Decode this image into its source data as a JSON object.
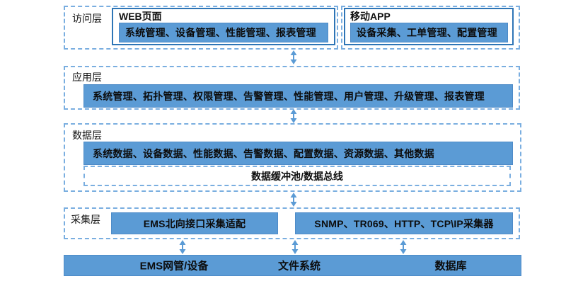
{
  "colors": {
    "primary_fill": "#5B9BD5",
    "solid_border": "#2E75B6",
    "dashed_border": "#7AAEE0",
    "arrow": "#5B9BD5"
  },
  "access_layer": {
    "label": "访问层",
    "web": {
      "title": "WEB页面",
      "modules": "系统管理、设备管理、性能管理、报表管理"
    },
    "mobile": {
      "title": "移动APP",
      "modules": "设备采集、工单管理、配置管理"
    }
  },
  "application_layer": {
    "label": "应用层",
    "modules": "系统管理、拓扑管理、权限管理、告警管理、性能管理、用户管理、升级管理、报表管理"
  },
  "data_layer": {
    "label": "数据层",
    "modules": "系统数据、设备数据、性能数据、告警数据、配置数据、资源数据、其他数据",
    "bus": "数据缓冲池/数据总线"
  },
  "collection_layer": {
    "label": "采集层",
    "northbound_adapter": "EMS北向接口采集适配",
    "collectors": "SNMP、TR069、HTTP、TCP\\IP采集器"
  },
  "resource_row": {
    "ems": "EMS网管/设备",
    "file_system": "文件系统",
    "database": "数据库"
  }
}
